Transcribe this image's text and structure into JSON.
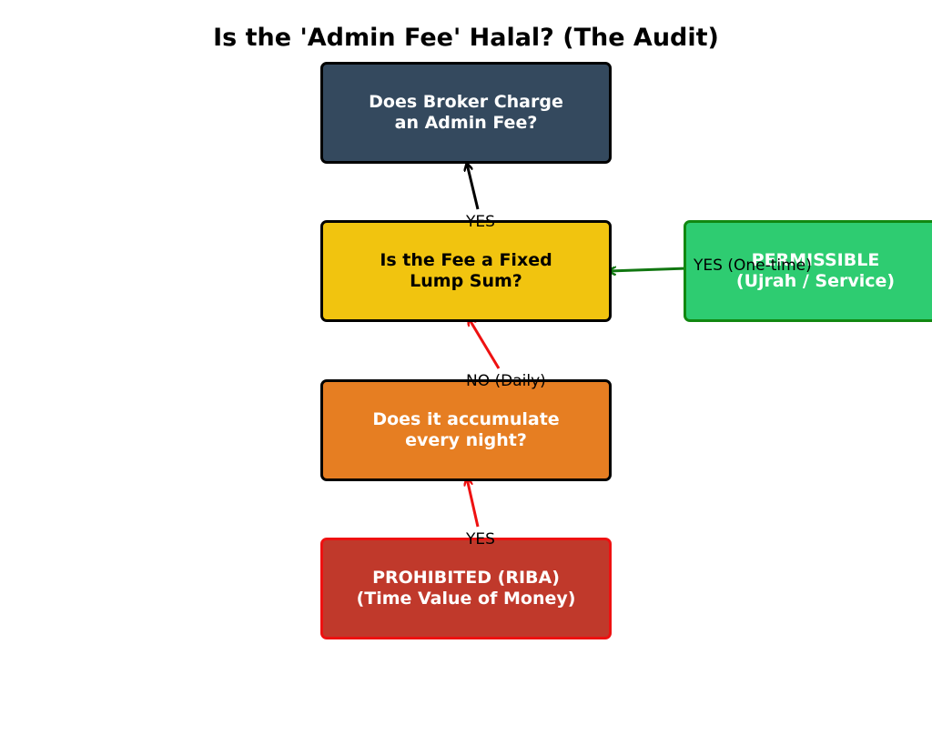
{
  "title": "Is the 'Admin Fee' Halal? (The Audit)",
  "colors": {
    "q1_fill": "#34495e",
    "q2_fill": "#f1c40f",
    "q3_fill": "#e67e22",
    "prohibited_fill": "#c0392b",
    "prohibited_border": "#ee1111",
    "permissible_fill": "#2ecc71",
    "permissible_border": "#118811",
    "arrow_black": "#000000",
    "arrow_red": "#ee1111",
    "arrow_green": "#117711"
  },
  "nodes": {
    "q1": {
      "text": "Does Broker Charge\nan Admin Fee?"
    },
    "q2": {
      "text": "Is the Fee a Fixed\nLump Sum?"
    },
    "q3": {
      "text": "Does it accumulate\nevery night?"
    },
    "prohibited": {
      "text": "PROHIBITED (RIBA)\n(Time Value of Money)"
    },
    "permissible": {
      "text": "PERMISSIBLE\n(Ujrah / Service)"
    }
  },
  "edges": {
    "e1": {
      "label": "YES"
    },
    "e2": {
      "label": "YES (One-time)"
    },
    "e3": {
      "label": "NO (Daily)"
    },
    "e4": {
      "label": "YES"
    }
  }
}
